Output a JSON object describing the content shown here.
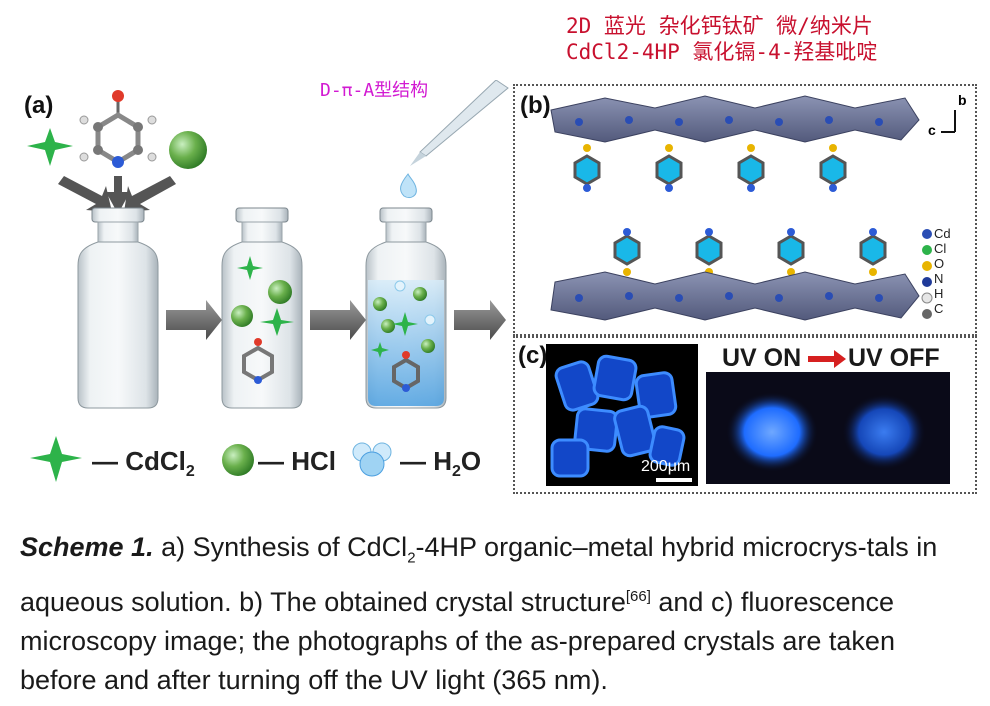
{
  "annotations": {
    "line1": "2D 蓝光 杂化钙钛矿 微/纳米片",
    "line2": "CdCl2-4HP 氯化镉-4-羟基吡啶",
    "structure_type": "D-π-A型结构"
  },
  "panel_labels": {
    "a": "(a)",
    "b": "(b)",
    "c": "(c)"
  },
  "legend": {
    "cdcl2": "— CdCl",
    "cdcl2_sub": "2",
    "hcl": "— HCl",
    "h2o": "— H",
    "h2o_sub": "2",
    "h2o_end": "O"
  },
  "axis_marks": {
    "b": "b",
    "c": "c"
  },
  "element_legend": [
    "Cd",
    "Cl",
    "O",
    "N",
    "H",
    "C"
  ],
  "uv": {
    "on": "UV ON",
    "off": "UV OFF"
  },
  "scale_bar": "200μm",
  "caption": {
    "scheme": "Scheme 1.",
    "part1": " a) Synthesis of CdCl",
    "sub1": "2",
    "part2": "-4HP organic–metal hybrid microcrys-tals in aqueous solution. b) The obtained crystal structure",
    "ref": "[66]",
    "part3": " and c) fluorescence microscopy image; the photographs of the as-prepared crystals are taken before and after turning off the UV light (365 nm)."
  },
  "colors": {
    "annotation_red": "#c8102e",
    "annotation_magenta": "#d21ad2",
    "star_green": "#2db34a",
    "sphere_green": "#6ab04c",
    "polyhedra": "#6a7396",
    "fluorescence_blue": "#1e6cff"
  }
}
